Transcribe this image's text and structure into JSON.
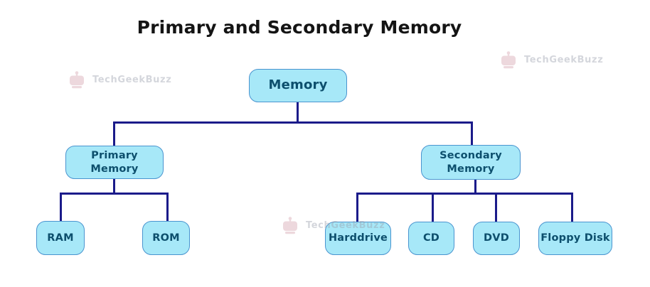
{
  "title": "Primary and Secondary Memory",
  "watermark": {
    "label": "TechGeekBuzz"
  },
  "nodes": {
    "memory": {
      "label": "Memory"
    },
    "primary": {
      "label": "Primary Memory"
    },
    "secondary": {
      "label": "Secondary Memory"
    },
    "ram": {
      "label": "RAM"
    },
    "rom": {
      "label": "ROM"
    },
    "harddrive": {
      "label": "Harddrive"
    },
    "cd": {
      "label": "CD"
    },
    "dvd": {
      "label": "DVD"
    },
    "floppy": {
      "label": "Floppy Disk"
    }
  },
  "hierarchy": {
    "Memory": {
      "Primary Memory": [
        "RAM",
        "ROM"
      ],
      "Secondary Memory": [
        "Harddrive",
        "CD",
        "DVD",
        "Floppy Disk"
      ]
    }
  },
  "colors": {
    "background": "#ffffff",
    "node_fill": "#a7e8f8",
    "node_border": "#4a94cf",
    "node_text": "#0d4f6d",
    "connector": "#1b1b8a",
    "title_text": "#141414",
    "watermark_text": "#9aa0ad",
    "watermark_icon": "#e0b9c2"
  }
}
